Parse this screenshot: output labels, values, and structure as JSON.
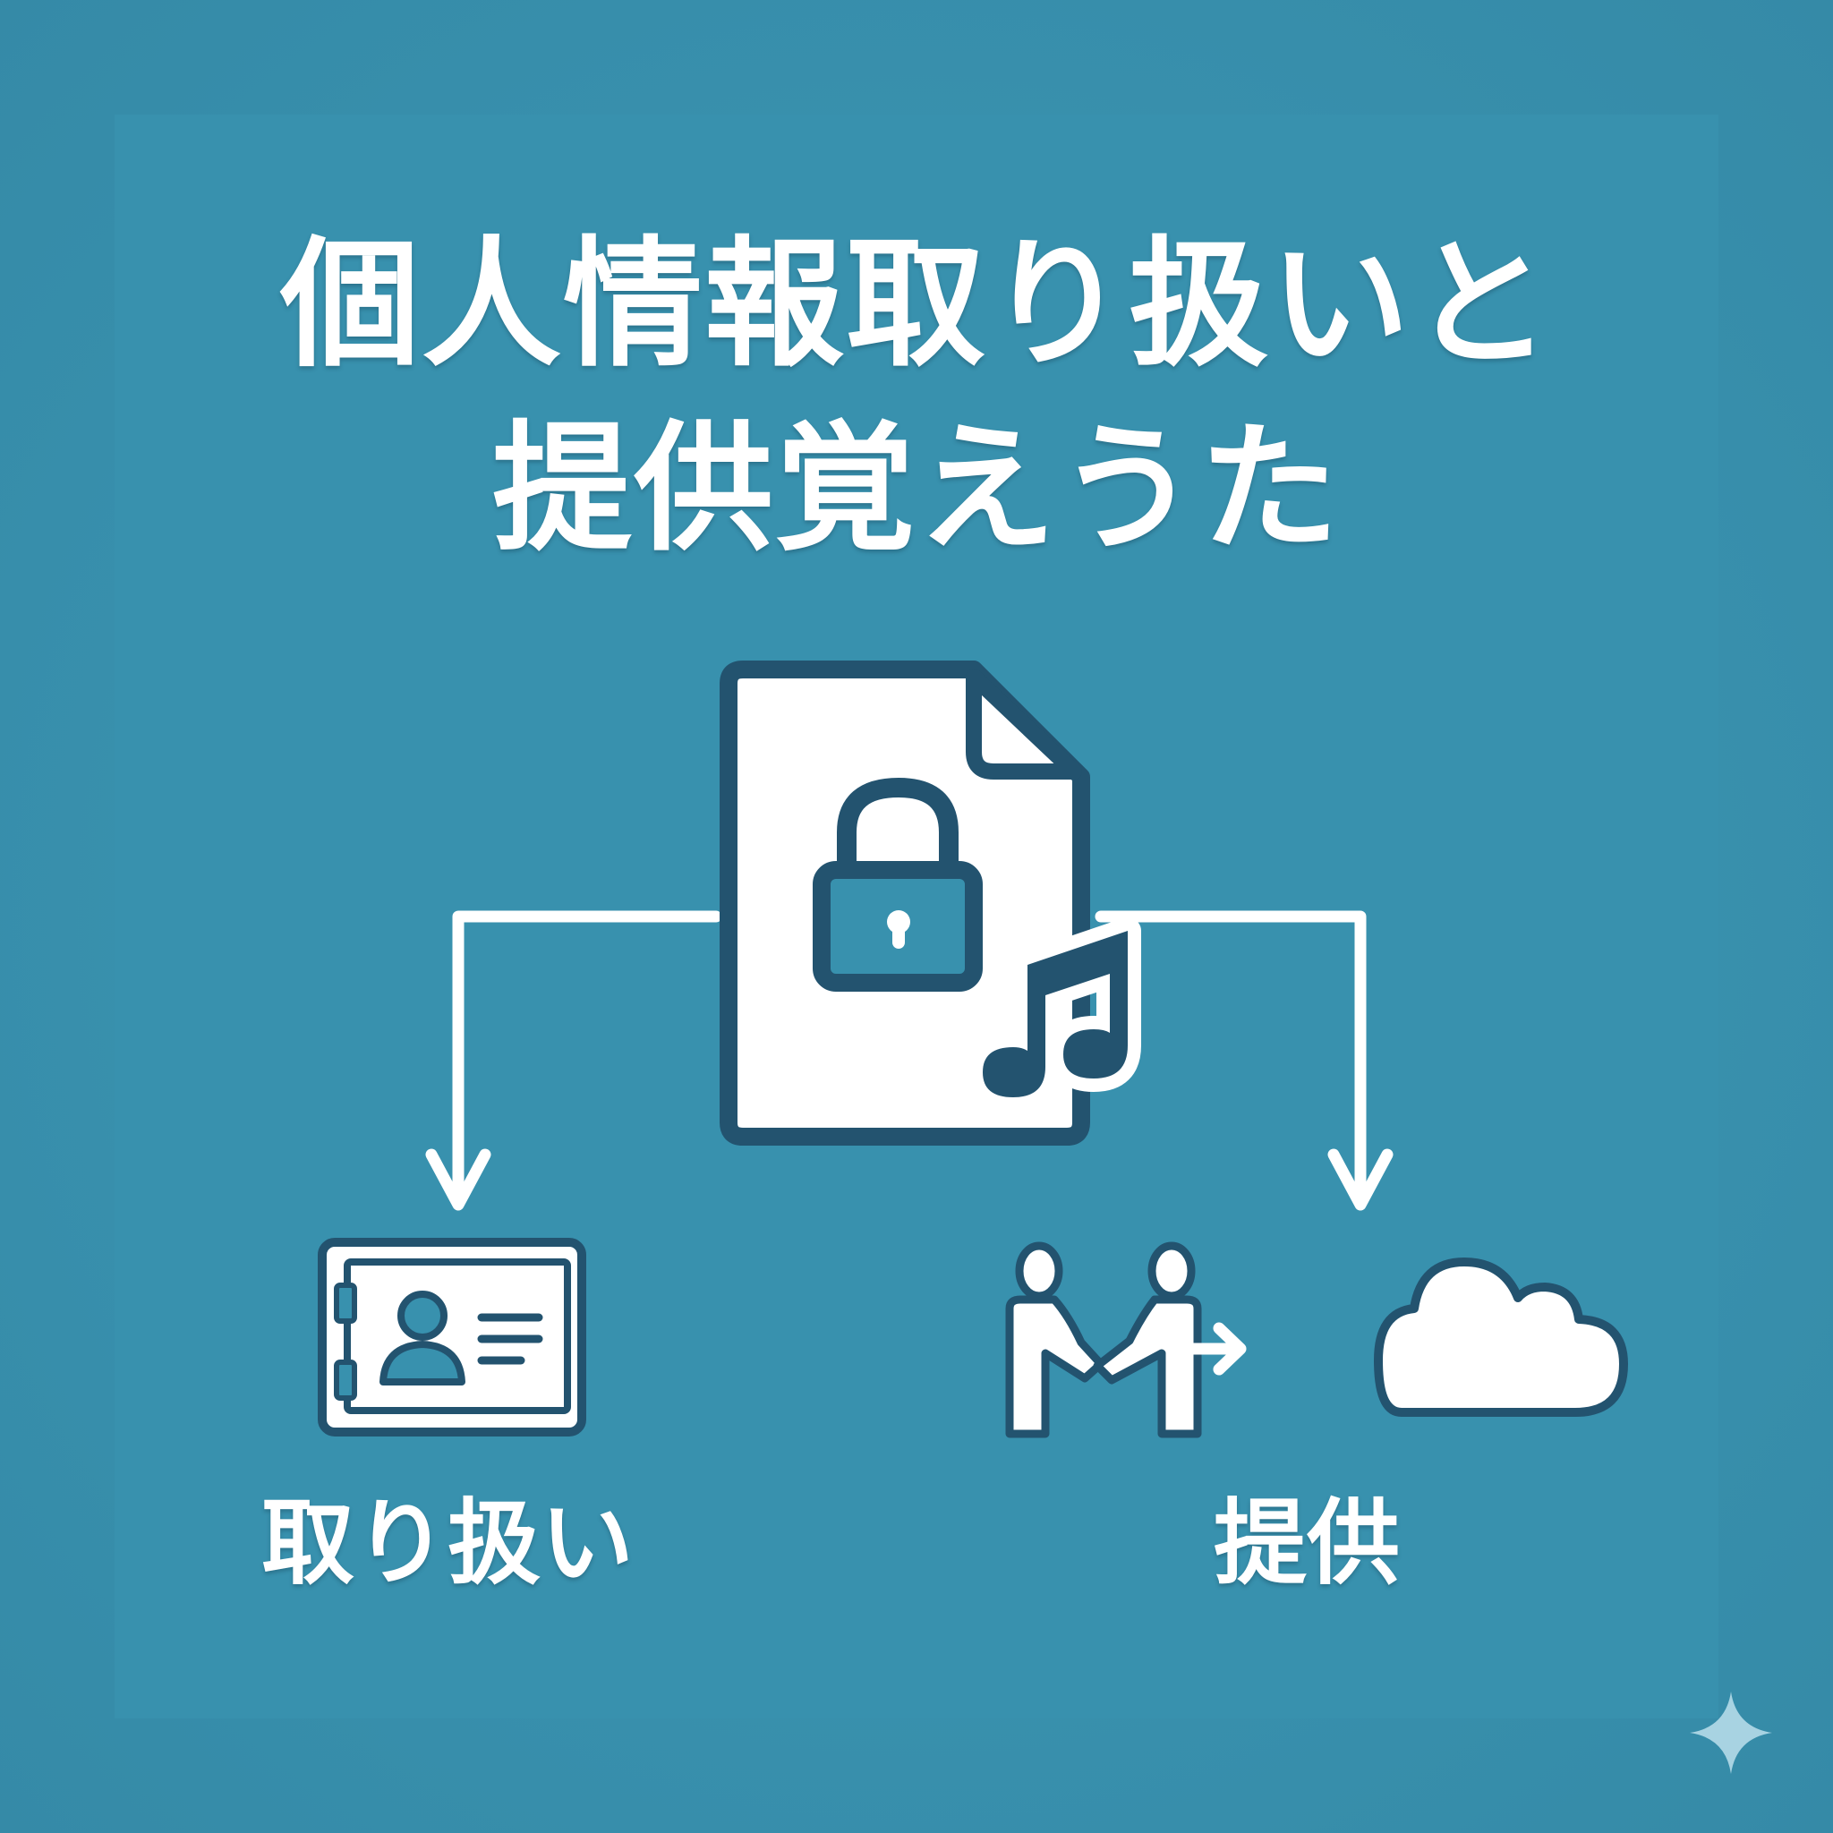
{
  "title": {
    "line1": "個人情報取り扱いと",
    "line2": "提供覚えうた"
  },
  "center": {
    "icon": "locked-document-icon",
    "badge_icon": "music-note-icon"
  },
  "branches": [
    {
      "label": "取り扱い",
      "icon": "id-card-binder-icon"
    },
    {
      "label": "提供",
      "icon": "handshake-to-cloud-icon"
    }
  ],
  "corner_mark": "sparkle-icon",
  "colors": {
    "background": "#3891ae",
    "outline": "#23536f",
    "foreground": "#ffffff",
    "sparkle": "#a8d3e2"
  }
}
